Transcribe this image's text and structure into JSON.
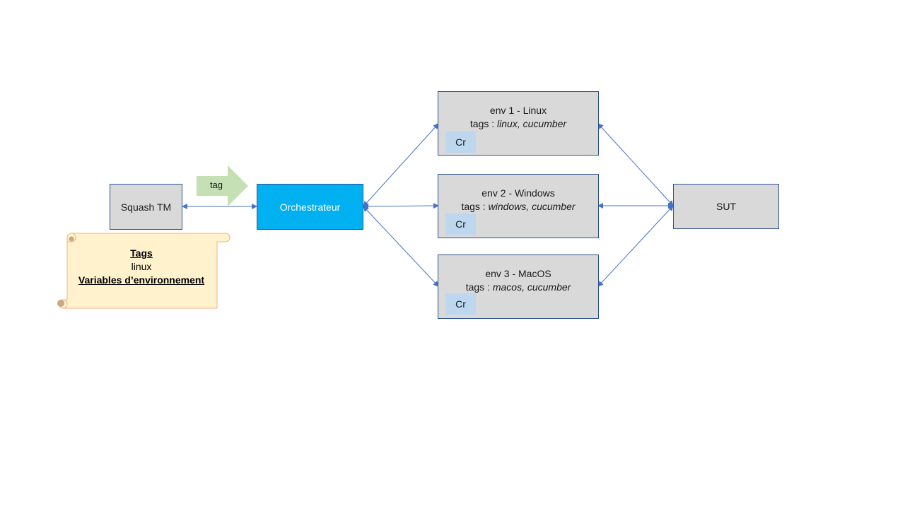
{
  "nodes": {
    "squash_tm": "Squash TM",
    "orchestrator": "Orchestrateur",
    "sut": "SUT"
  },
  "tag_arrow": {
    "label": "tag",
    "color": "#c5e0b4"
  },
  "environments": [
    {
      "title": "env 1 - Linux",
      "tags_prefix": "tags : ",
      "tags_values": "linux, cucumber",
      "chip": "Cr"
    },
    {
      "title": "env 2 - Windows",
      "tags_prefix": "tags : ",
      "tags_values": "windows, cucumber",
      "chip": "Cr"
    },
    {
      "title": "env 3 - MacOS",
      "tags_prefix": "tags : ",
      "tags_values": "macos, cucumber",
      "chip": "Cr"
    }
  ],
  "scroll": {
    "heading_tags": "Tags",
    "tag_value": "linux",
    "heading_variables": "Variables d’environnement",
    "fill": "#fff2cc",
    "stroke": "#f4b183"
  },
  "colors": {
    "box_fill": "#d9d9d9",
    "box_border": "#2f528f",
    "orchestrator_fill": "#00b0f0",
    "chip_fill": "#bdd7ee",
    "connector": "#4472c4"
  }
}
